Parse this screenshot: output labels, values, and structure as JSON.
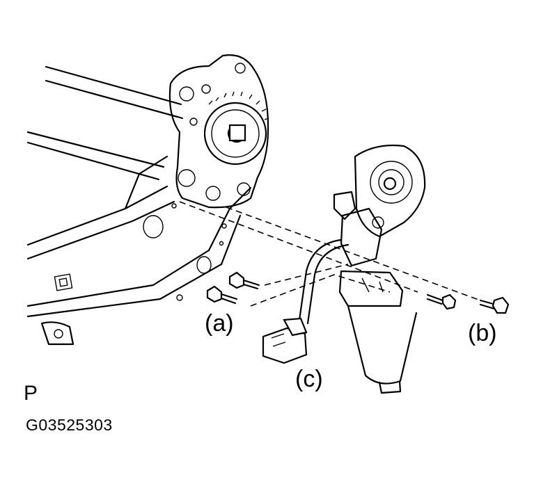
{
  "labels": {
    "a": "(a)",
    "b": "(b)",
    "c": "(c)"
  },
  "mark": "P",
  "figure_code": "G03525303"
}
